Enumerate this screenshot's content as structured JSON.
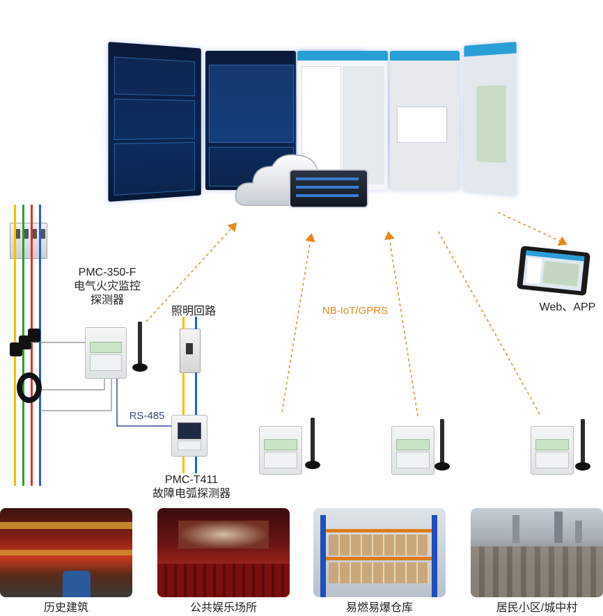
{
  "labels": {
    "monitor_model": "PMC-350-F",
    "monitor_name_line1": "电气火灾监控",
    "monitor_name_line2": "探测器",
    "lighting_circuit": "照明回路",
    "protocol": "NB-IoT/GPRS",
    "bus": "RS-485",
    "arc_model": "PMC-T411",
    "arc_name": "故障电弧探测器",
    "client": "Web、APP"
  },
  "scenes": [
    {
      "caption": "历史建筑"
    },
    {
      "caption": "公共娱乐场所"
    },
    {
      "caption": "易燃易爆仓库"
    },
    {
      "caption": "居民小区/城中村"
    }
  ],
  "colors": {
    "arrow": "#e8891a",
    "bus_line": "#3a4a9a",
    "wire_yellow": "#f2c200",
    "wire_green": "#2ca02c",
    "wire_red": "#e03030",
    "wire_blue": "#1f5fd6"
  }
}
